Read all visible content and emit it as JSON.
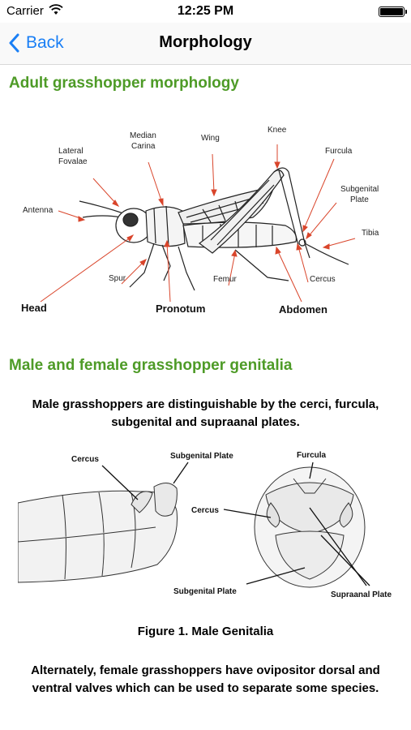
{
  "status_bar": {
    "carrier": "Carrier",
    "time": "12:25 PM"
  },
  "nav": {
    "back_label": "Back",
    "title": "Morphology"
  },
  "section1": {
    "heading": "Adult grasshopper morphology",
    "labels": {
      "antenna": "Antenna",
      "lateral_1": "Lateral",
      "lateral_2": "Fovalae",
      "median_1": "Median",
      "median_2": "Carina",
      "wing": "Wing",
      "knee": "Knee",
      "furcula": "Furcula",
      "subgenital_1": "Subgenital",
      "subgenital_2": "Plate",
      "tibia": "Tibia",
      "spur": "Spur",
      "femur": "Femur",
      "cercus": "Cercus",
      "head": "Head",
      "pronotum": "Pronotum",
      "abdomen": "Abdomen"
    }
  },
  "section2": {
    "heading": "Male and female grasshopper genitalia",
    "intro": "Male grasshoppers are distinguishable by the cerci, furcula, subgenital and supraanal plates.",
    "labels": {
      "cercus_left": "Cercus",
      "subgenital_plate_top": "Subgenital Plate",
      "furcula": "Furcula",
      "cercus_right": "Cercus",
      "subgenital_plate_bottom": "Subgenital Plate",
      "supraanal_plate": "Supraanal Plate"
    },
    "caption": "Figure 1. Male Genitalia",
    "female_text": "Alternately, female grasshoppers have ovipositor dorsal and ventral valves which can be used to separate some species."
  },
  "colors": {
    "accent": "#1a7ff5",
    "heading": "#4e9b27",
    "pointer": "#d9452b"
  }
}
